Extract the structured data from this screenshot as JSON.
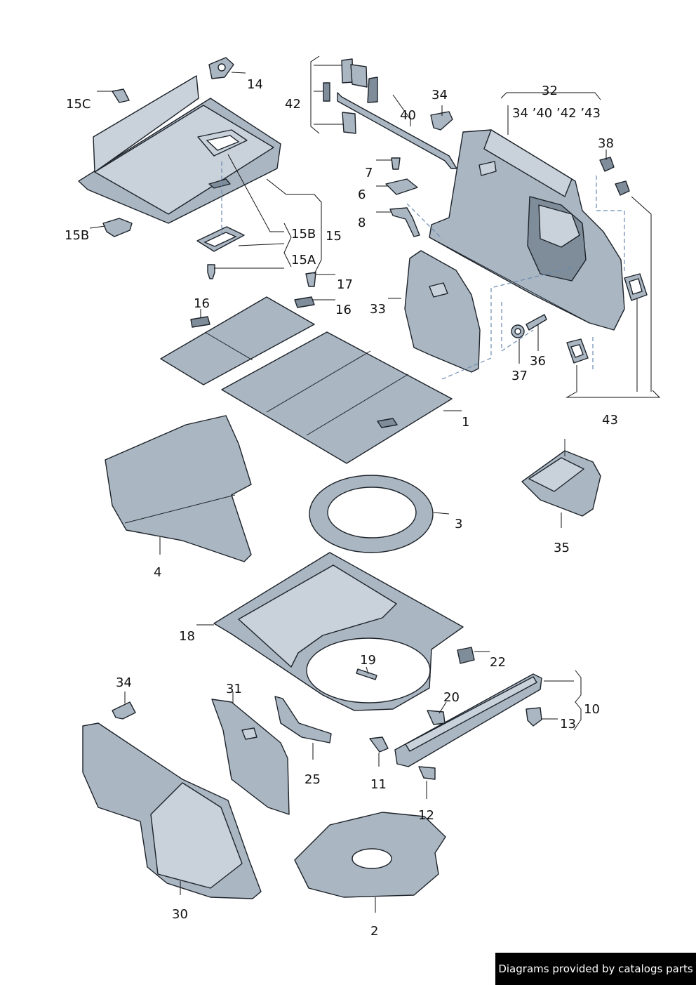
{
  "callouts": {
    "c14": "14",
    "c15c": "15C",
    "c15b_a": "15B",
    "c15b_b": "15B",
    "c15": "15",
    "c15a": "15A",
    "c42": "42",
    "c40": "40",
    "c34_a": "34",
    "c32": "32",
    "c32_sub": "34 ’40 ’42 ’43",
    "c38": "38",
    "c7": "7",
    "c6": "6",
    "c8": "8",
    "c17": "17",
    "c16_a": "16",
    "c16_b": "16",
    "c33": "33",
    "c36": "36",
    "c37": "37",
    "c43": "43",
    "c1": "1",
    "c35": "35",
    "c3": "3",
    "c4": "4",
    "c18": "18",
    "c22": "22",
    "c19": "19",
    "c20": "20",
    "c10": "10",
    "c13": "13",
    "c11": "11",
    "c12": "12",
    "c25": "25",
    "c31": "31",
    "c34_b": "34",
    "c30": "30",
    "c2": "2"
  },
  "footer": {
    "credit": "Diagrams provided by catalogs parts"
  },
  "colors": {
    "part_fill": "#aab6c2",
    "line": "#1d232a",
    "dash": "#6a8ab0"
  }
}
